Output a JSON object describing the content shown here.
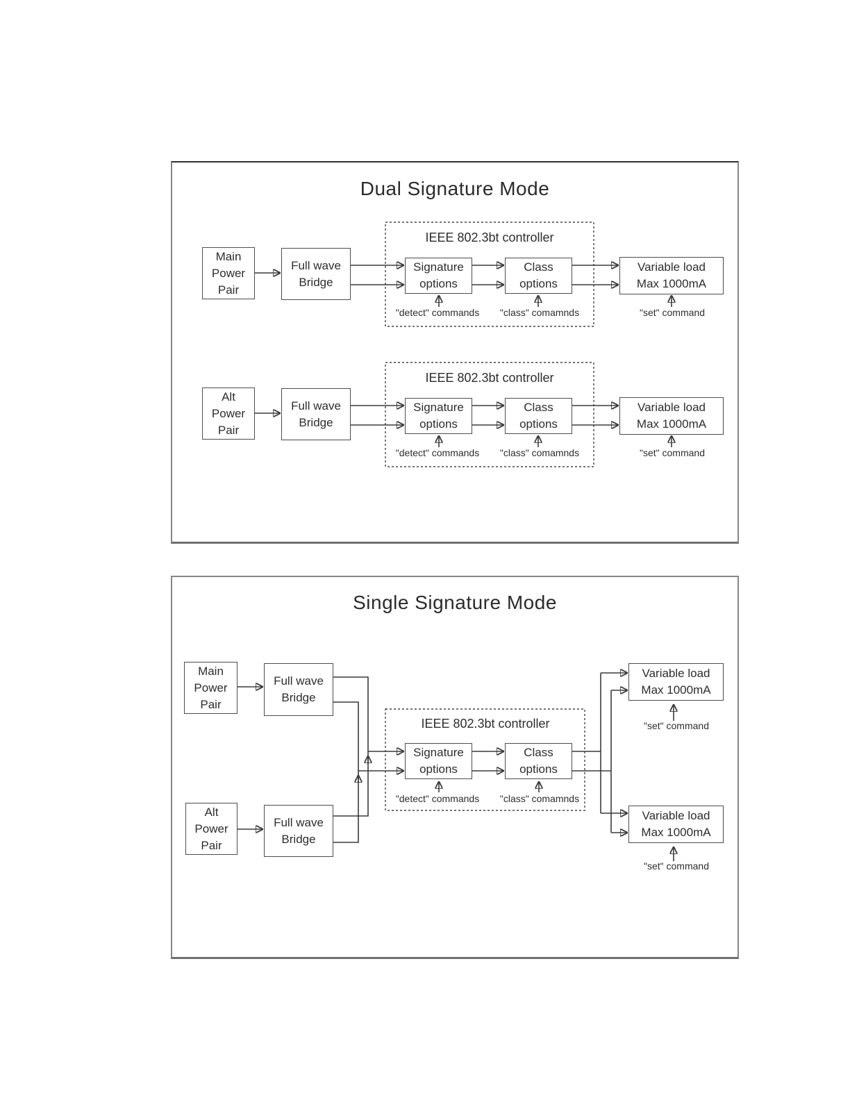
{
  "page": {
    "background": "#ffffff"
  },
  "colors": {
    "wire": "#3a3a3a",
    "box_border": "#4c4c4c",
    "text": "#2d2d2d",
    "panel_border": "#858585"
  },
  "panel_dual": {
    "title": "Dual Signature Mode",
    "rows": [
      {
        "power_pair": [
          "Main",
          "Power",
          "Pair"
        ],
        "bridge": [
          "Full wave",
          "Bridge"
        ],
        "controller_title": "IEEE 802.3bt controller",
        "signature_options": [
          "Signature",
          "options"
        ],
        "class_options": [
          "Class",
          "options"
        ],
        "load": [
          "Variable load",
          "Max 1000mA"
        ],
        "detect_label": "\"detect\" commands",
        "class_label": "\"class\" comamnds",
        "set_label": "\"set\" command"
      },
      {
        "power_pair": [
          "Alt",
          "Power",
          "Pair"
        ],
        "bridge": [
          "Full wave",
          "Bridge"
        ],
        "controller_title": "IEEE 802.3bt controller",
        "signature_options": [
          "Signature",
          "options"
        ],
        "class_options": [
          "Class",
          "options"
        ],
        "load": [
          "Variable load",
          "Max 1000mA"
        ],
        "detect_label": "\"detect\" commands",
        "class_label": "\"class\" comamnds",
        "set_label": "\"set\" command"
      }
    ]
  },
  "panel_single": {
    "title": "Single Signature Mode",
    "main_power_pair": [
      "Main",
      "Power",
      "Pair"
    ],
    "alt_power_pair": [
      "Alt",
      "Power",
      "Pair"
    ],
    "bridge_top": [
      "Full wave",
      "Bridge"
    ],
    "bridge_bottom": [
      "Full wave",
      "Bridge"
    ],
    "controller_title": "IEEE 802.3bt controller",
    "signature_options": [
      "Signature",
      "options"
    ],
    "class_options": [
      "Class",
      "options"
    ],
    "load_top": [
      "Variable load",
      "Max 1000mA"
    ],
    "load_bottom": [
      "Variable load",
      "Max 1000mA"
    ],
    "detect_label": "\"detect\" commands",
    "class_label": "\"class\" comamnds",
    "set_label_top": "\"set\" command",
    "set_label_bottom": "\"set\" command"
  }
}
